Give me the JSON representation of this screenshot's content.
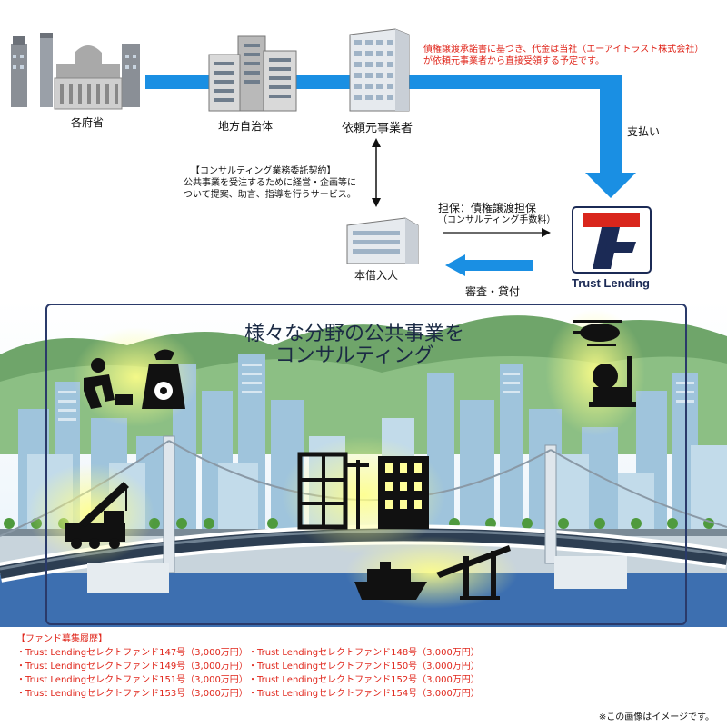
{
  "nodes": {
    "ministries": "各府省",
    "local_gov": "地方自治体",
    "client": "依頼元事業者",
    "borrower": "本借入人",
    "trust_lending": "Trust Lending"
  },
  "notice": "債権譲渡承諾書に基づき、代金は当社（エーアイトラスト株式会社）が依頼元事業者から直接受領する予定です。",
  "notice_line1": "債権譲渡承諾書に基づき、代金は当社（エーアイトラスト株式会社）",
  "notice_line2": "が依頼元事業者から直接受領する予定です。",
  "arrows": {
    "payment": "支払い",
    "collateral": "担保：債権譲渡担保",
    "collateral_sub": "（コンサルティング手数料）",
    "review": "審査・貸付"
  },
  "contract": {
    "title": "【コンサルティング業務委託契約】",
    "line1": "公共事業を受注するために経営・企画等に",
    "line2": "ついて提案、助言、指導を行うサービス。"
  },
  "scene": {
    "headline_line1": "様々な分野の公共事業を",
    "headline_line2": "コンサルティング"
  },
  "funds": {
    "title": "【ファンド募集履歴】",
    "items": [
      "・Trust Lendingセレクトファンド147号（3,000万円）",
      "・Trust Lendingセレクトファンド148号（3,000万円）",
      "・Trust Lendingセレクトファンド149号（3,000万円）",
      "・Trust Lendingセレクトファンド150号（3,000万円）",
      "・Trust Lendingセレクトファンド151号（3,000万円）",
      "・Trust Lendingセレクトファンド152号（3,000万円）",
      "・Trust Lendingセレクトファンド153号（3,000万円）",
      "・Trust Lendingセレクトファンド154号（3,000万円）"
    ]
  },
  "note": "※この画像はイメージです。",
  "colors": {
    "arrow_blue": "#1a8fe3",
    "text_red": "#e0261b",
    "logo_red": "#d9261c",
    "logo_navy": "#1b2a55"
  },
  "icons": [
    "government-building-icon",
    "city-hall-icon",
    "office-building-icon",
    "borrower-building-icon",
    "trust-lending-logo",
    "helicopter-icon",
    "factory-icon",
    "construction-worker-icon",
    "power-plant-icon",
    "crane-truck-icon",
    "building-construction-icon",
    "ship-icon",
    "port-crane-icon"
  ]
}
